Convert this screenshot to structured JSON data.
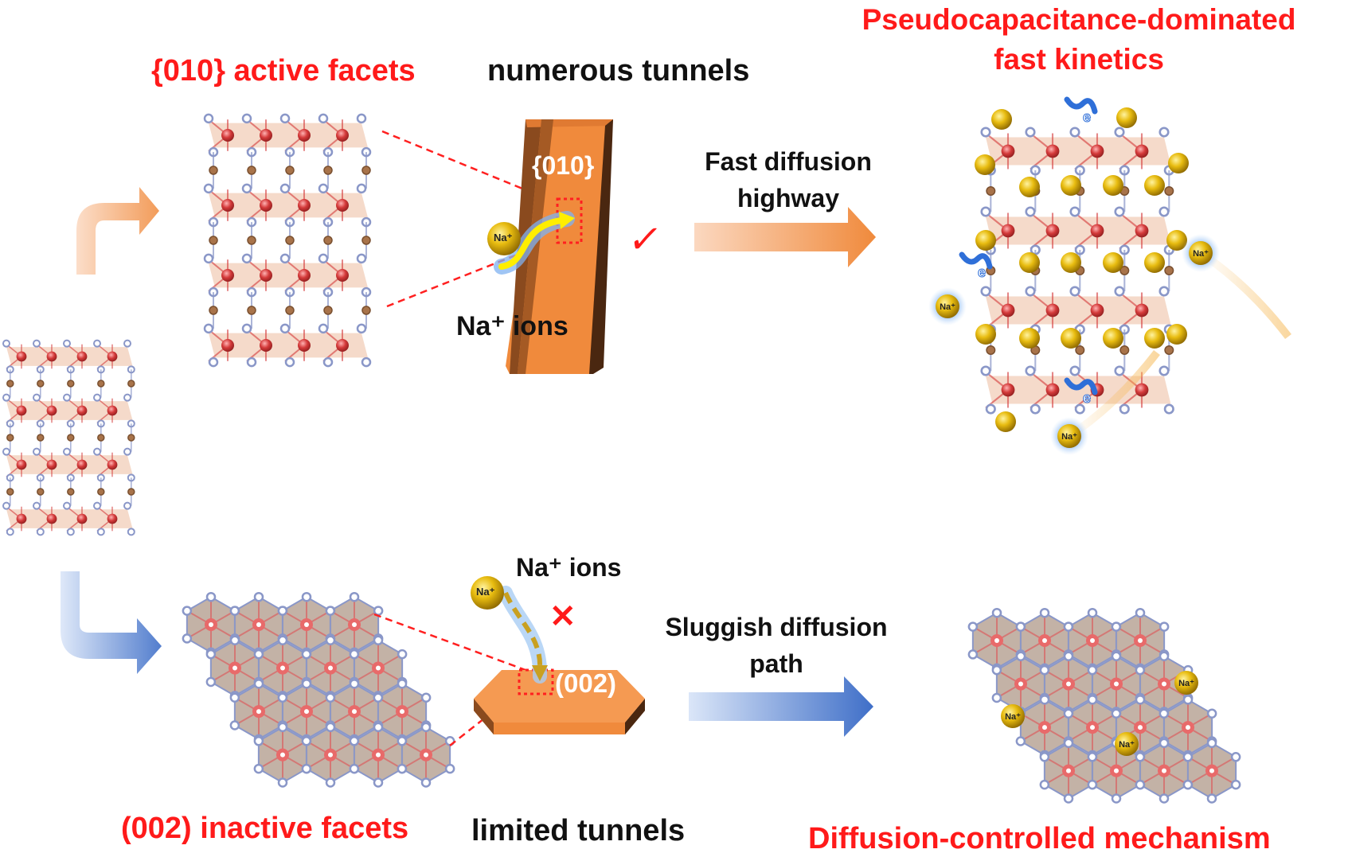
{
  "colors": {
    "label_red": "#ff1a1a",
    "label_black": "#111111",
    "orange_arrow": "#f08a3c",
    "blue_arrow": "#3f6fc8",
    "rod_orange": "#f08a3c",
    "rod_dark": "#7a4320",
    "na_gold": "#e0b000",
    "metal_red": "#d43a3a",
    "oxygen_blue": "#8a97c8",
    "p_brown": "#a8734a",
    "polyhedron_peach": "#f1cdb8",
    "polyhedron_taupe": "#b8a596",
    "electron_blue": "#2f6fd8"
  },
  "top": {
    "facet_label": "{010} active facets",
    "tunnel_label": "numerous tunnels",
    "rod_facet_label": "{010}",
    "ion_label": "Na⁺ ions",
    "check_mark": "✓",
    "arrow_label_line1": "Fast diffusion",
    "arrow_label_line2": "highway",
    "result_line1": "Pseudocapacitance-dominated",
    "result_line2": "fast kinetics"
  },
  "bottom": {
    "facet_label": "(002) inactive facets",
    "tunnel_label": "limited tunnels",
    "plate_facet_label": "(002)",
    "ion_label": "Na⁺ ions",
    "cross_mark": "✕",
    "arrow_label_line1": "Sluggish diffusion",
    "arrow_label_line2": "path",
    "result_label": "Diffusion-controlled mechanism"
  },
  "ions": {
    "na_symbol": "Na⁺",
    "electron_symbol": "e"
  }
}
